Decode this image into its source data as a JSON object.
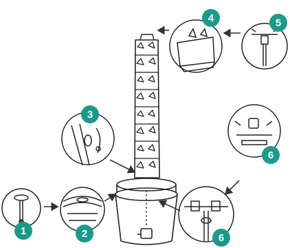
{
  "badge_color": "#1a9a8b",
  "badges": {
    "b1": "1",
    "b2": "2",
    "b3": "3",
    "b4": "4",
    "b5": "5",
    "b6a": "6",
    "b6b": "6"
  }
}
